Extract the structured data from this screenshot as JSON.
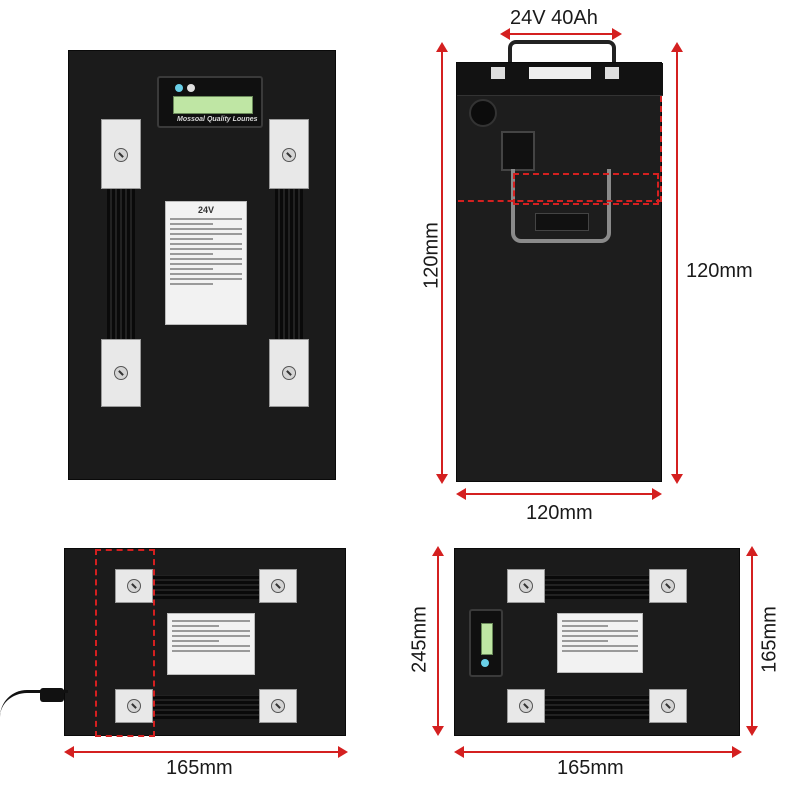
{
  "product": {
    "spec_label": "24V 40Ah"
  },
  "dimensions": {
    "front_height": "120mm",
    "front_height_side": "120mm",
    "front_width": "120mm",
    "bottom_left_width": "165mm",
    "bottom_right_height": "245mm",
    "bottom_right_width": "165mm",
    "bottom_right_depth": "165mm"
  },
  "top_view": {
    "lcd_brand_text": "Mossoal Quality Lounes",
    "label_voltage": "24V"
  },
  "colors": {
    "dimension_line": "#d42020",
    "battery_case": "#1b1b1b",
    "lcd_screen": "#bfe6a4"
  }
}
